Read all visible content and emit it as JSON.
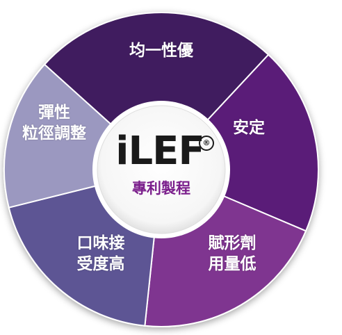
{
  "brand": {
    "name": "iLEF",
    "registered_mark": "®",
    "subtitle": "專利製程"
  },
  "segments": [
    {
      "key": "top",
      "lines": [
        "均一性優"
      ],
      "color": "#3f1d5e"
    },
    {
      "key": "right",
      "lines": [
        "安定"
      ],
      "color": "#5a1a78"
    },
    {
      "key": "bottom-right",
      "lines": [
        "賦形劑",
        "用量低"
      ],
      "color": "#7f3590"
    },
    {
      "key": "bottom-left",
      "lines": [
        "口味接",
        "受度高"
      ],
      "color": "#5d5494"
    },
    {
      "key": "left",
      "lines": [
        "彈性",
        "粒徑調整"
      ],
      "color": "#9b98c0"
    }
  ]
}
